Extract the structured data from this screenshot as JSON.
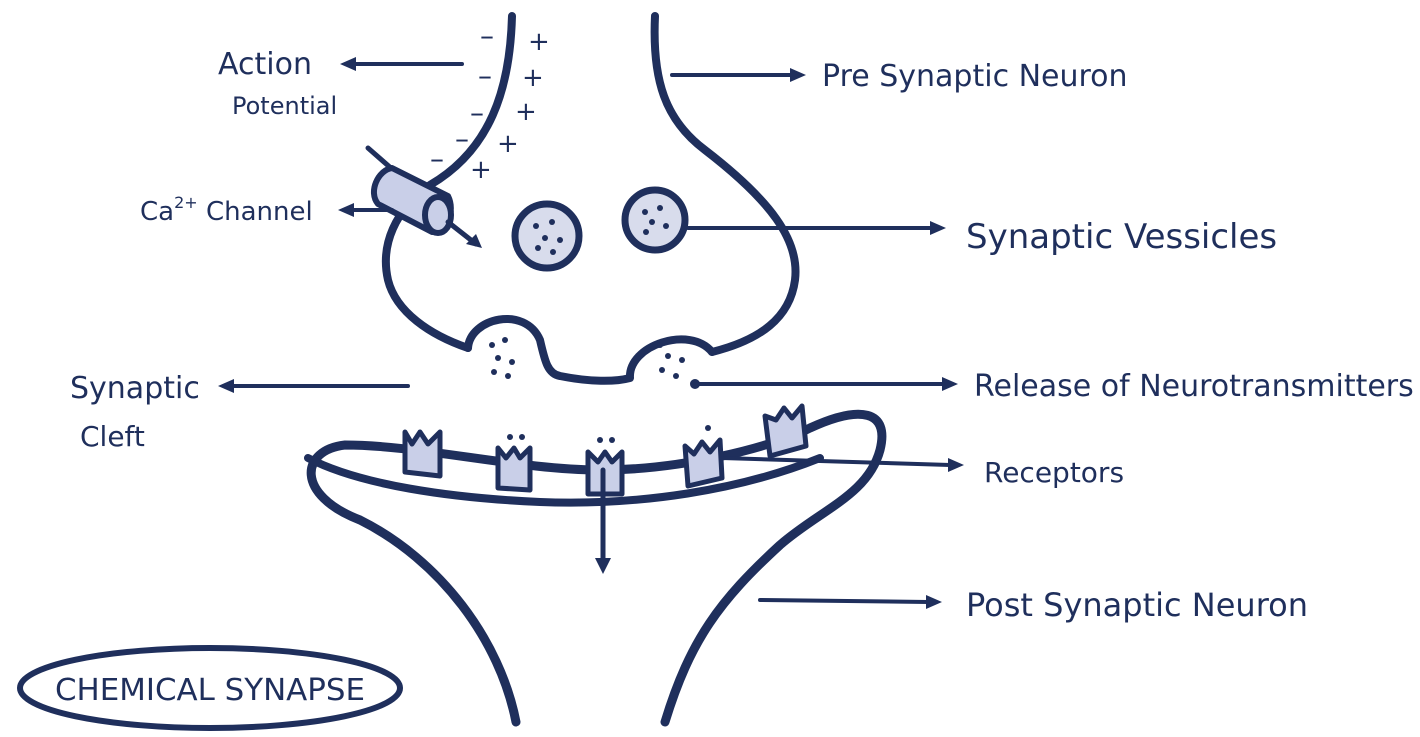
{
  "labels": {
    "action": "Action",
    "potential": "Potential",
    "ca_channel_base": "Ca",
    "ca_channel_sup": "2+",
    "ca_channel_rest": " Channel",
    "pre_synaptic": "Pre Synaptic Neuron",
    "vesicles": "Synaptic Vessicles",
    "cleft_line1": "Synaptic",
    "cleft_line2": "Cleft",
    "release": "Release of Neurotransmitters",
    "receptors": "Receptors",
    "post_synaptic": "Post Synaptic Neuron",
    "title": "CHEMICAL SYNAPSE"
  },
  "charges": {
    "negative": "–",
    "positive": "+"
  },
  "colors": {
    "ink": "#1f2f5c",
    "receptor_fill": "#c9cfe8",
    "vesicle_fill": "#d8dcec"
  }
}
